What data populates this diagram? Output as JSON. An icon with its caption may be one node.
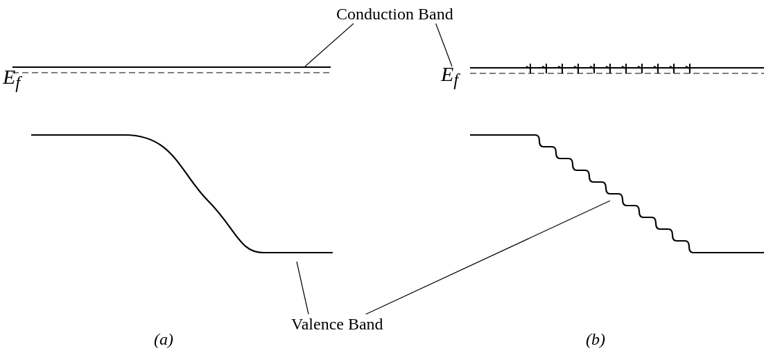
{
  "diagram": {
    "nodes": [
      {
        "text": [
          "Conduction Band"
        ]
      },
      {
        "text": [],
        "shape": "line"
      },
      {
        "text": [],
        "shape": "line"
      },
      {
        "text": [],
        "shape": "curve"
      },
      {
        "text": [],
        "shape": "curve"
      },
      {
        "text": [
          "Valence Band"
        ]
      }
    ],
    "edges": [
      {
        "from": 0,
        "to": 1,
        "arrow": "none"
      },
      {
        "from": 0,
        "to": 2,
        "arrow": "none"
      },
      {
        "from": 5,
        "to": 3,
        "arrow": "none"
      },
      {
        "from": 5,
        "to": 4,
        "arrow": "none"
      }
    ],
    "labels": [
      "E$_{f}$",
      "E$_{f}$",
      "(a)",
      "(b)"
    ]
  }
}
